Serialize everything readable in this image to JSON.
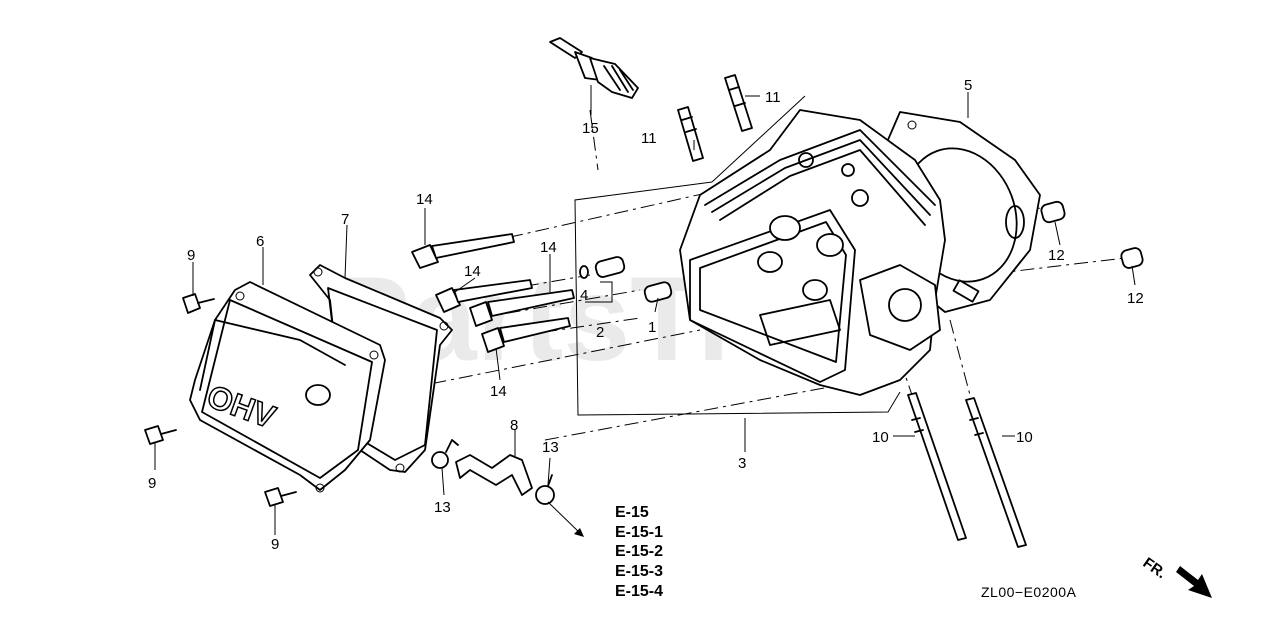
{
  "watermark": "PartsTree",
  "callouts": {
    "c1": "1",
    "c2": "2",
    "c3": "3",
    "c4": "4",
    "c5": "5",
    "c6": "6",
    "c7": "7",
    "c8": "8",
    "c9a": "9",
    "c9b": "9",
    "c9c": "9",
    "c10a": "10",
    "c10b": "10",
    "c11a": "11",
    "c11b": "11",
    "c12a": "12",
    "c12b": "12",
    "c13a": "13",
    "c13b": "13",
    "c14a": "14",
    "c14b": "14",
    "c14c": "14",
    "c14d": "14",
    "c15": "15"
  },
  "valve_cover_marking": "OHV",
  "references": [
    "E-15",
    "E-15-1",
    "E-15-2",
    "E-15-3",
    "E-15-4"
  ],
  "diagram_code": "ZL00−E0200A",
  "front_indicator": "FR."
}
